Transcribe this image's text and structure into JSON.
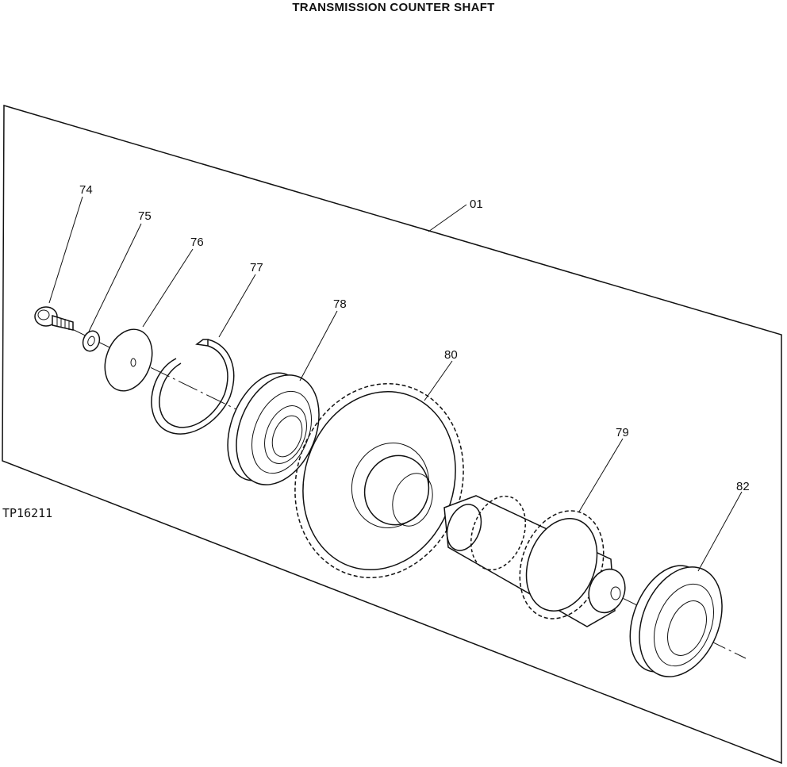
{
  "title": "TRANSMISSION COUNTER SHAFT",
  "reference_code": "TP16211",
  "callouts": {
    "assembly": "01",
    "cap_screw": "74",
    "lock_washer": "75",
    "washer": "76",
    "snap_ring": "77",
    "bearing_front": "78",
    "counter_shaft_gear": "79",
    "driven_gear": "80",
    "bearing_rear": "82"
  }
}
